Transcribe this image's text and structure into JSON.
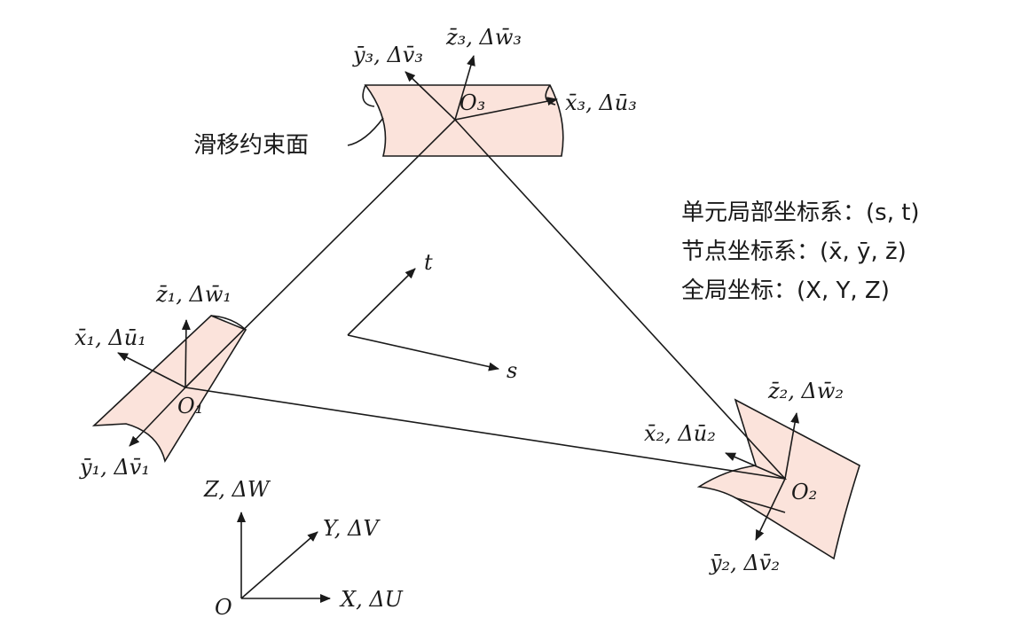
{
  "surface_label": "滑移约束面",
  "legend": {
    "element": "单元局部坐标系：(s, t)",
    "node": "节点坐标系：(x̄, ȳ, z̄)",
    "global": "全局坐标：(X, Y, Z)"
  },
  "element_axes": {
    "s": "s",
    "t": "t"
  },
  "nodes": {
    "n1": {
      "origin": "O₁",
      "x": "x̄₁, Δū₁",
      "y": "ȳ₁, Δv̄₁",
      "z": "z̄₁, Δw̄₁"
    },
    "n2": {
      "origin": "O₂",
      "x": "x̄₂, Δū₂",
      "y": "ȳ₂, Δv̄₂",
      "z": "z̄₂, Δw̄₂"
    },
    "n3": {
      "origin": "O₃",
      "x": "x̄₃, Δū₃",
      "y": "ȳ₃, Δv̄₃",
      "z": "z̄₃, Δw̄₃"
    }
  },
  "global_axes": {
    "origin": "O",
    "x": "X, ΔU",
    "y": "Y, ΔV",
    "z": "Z, ΔW"
  },
  "colors": {
    "surface_fill": "#fbe3db",
    "stroke": "#1a1a1a"
  }
}
